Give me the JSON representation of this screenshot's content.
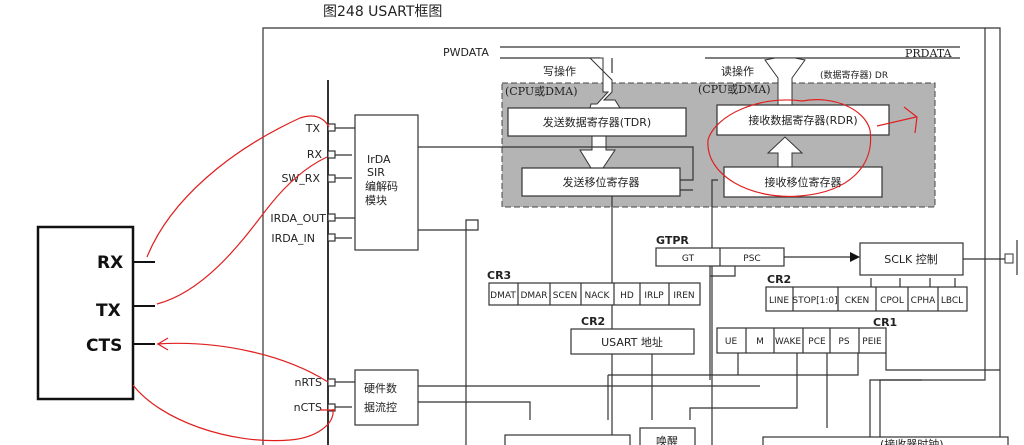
{
  "title": "图248    USART框图",
  "bus": {
    "pwdata": "PWDATA",
    "prdata": "PRDATA",
    "write_op": "写操作",
    "read_op": "读操作",
    "cpu_dma_left": "(CPU或DMA)",
    "cpu_dma_right": "(CPU或DMA)",
    "data_reg": "(数据寄存器) DR"
  },
  "registers": {
    "tdr": "发送数据寄存器(TDR)",
    "tx_shift": "发送移位寄存器",
    "rdr": "接收数据寄存器(RDR)",
    "rx_shift": "接收移位寄存器"
  },
  "pins": [
    "TX",
    "RX",
    "SW_RX",
    "IRDA_OUT",
    "IRDA_IN",
    "nRTS",
    "nCTS"
  ],
  "irda_block": [
    "IrDA",
    "SIR",
    "编解码",
    "模块"
  ],
  "flow_block": [
    "硬件数",
    "据流控"
  ],
  "device": {
    "rx": "RX",
    "tx": "TX",
    "cts": "CTS"
  },
  "gtpr": {
    "label": "GTPR",
    "cells": [
      "GT",
      "PSC"
    ]
  },
  "sclk": "SCLK 控制",
  "cr3": {
    "label": "CR3",
    "cells": [
      "DMAT",
      "DMAR",
      "SCEN",
      "NACK",
      "HD",
      "IRLP",
      "IREN"
    ]
  },
  "cr2_top": {
    "label": "CR2",
    "cells": [
      "LINE",
      "STOP[1:0]",
      "CKEN",
      "CPOL",
      "CPHA",
      "LBCL"
    ]
  },
  "cr2_addr": {
    "label": "CR2",
    "box": "USART 地址"
  },
  "cr1": {
    "label": "CR1",
    "cells": [
      "UE",
      "M",
      "WAKE",
      "PCE",
      "PS",
      "PEIE"
    ]
  },
  "bottom": {
    "wakeup": "唤醒",
    "rx_clock": "(接收器时钟)"
  },
  "colors": {
    "annotation": "#e02020",
    "shaded": "#b4b4b4"
  }
}
